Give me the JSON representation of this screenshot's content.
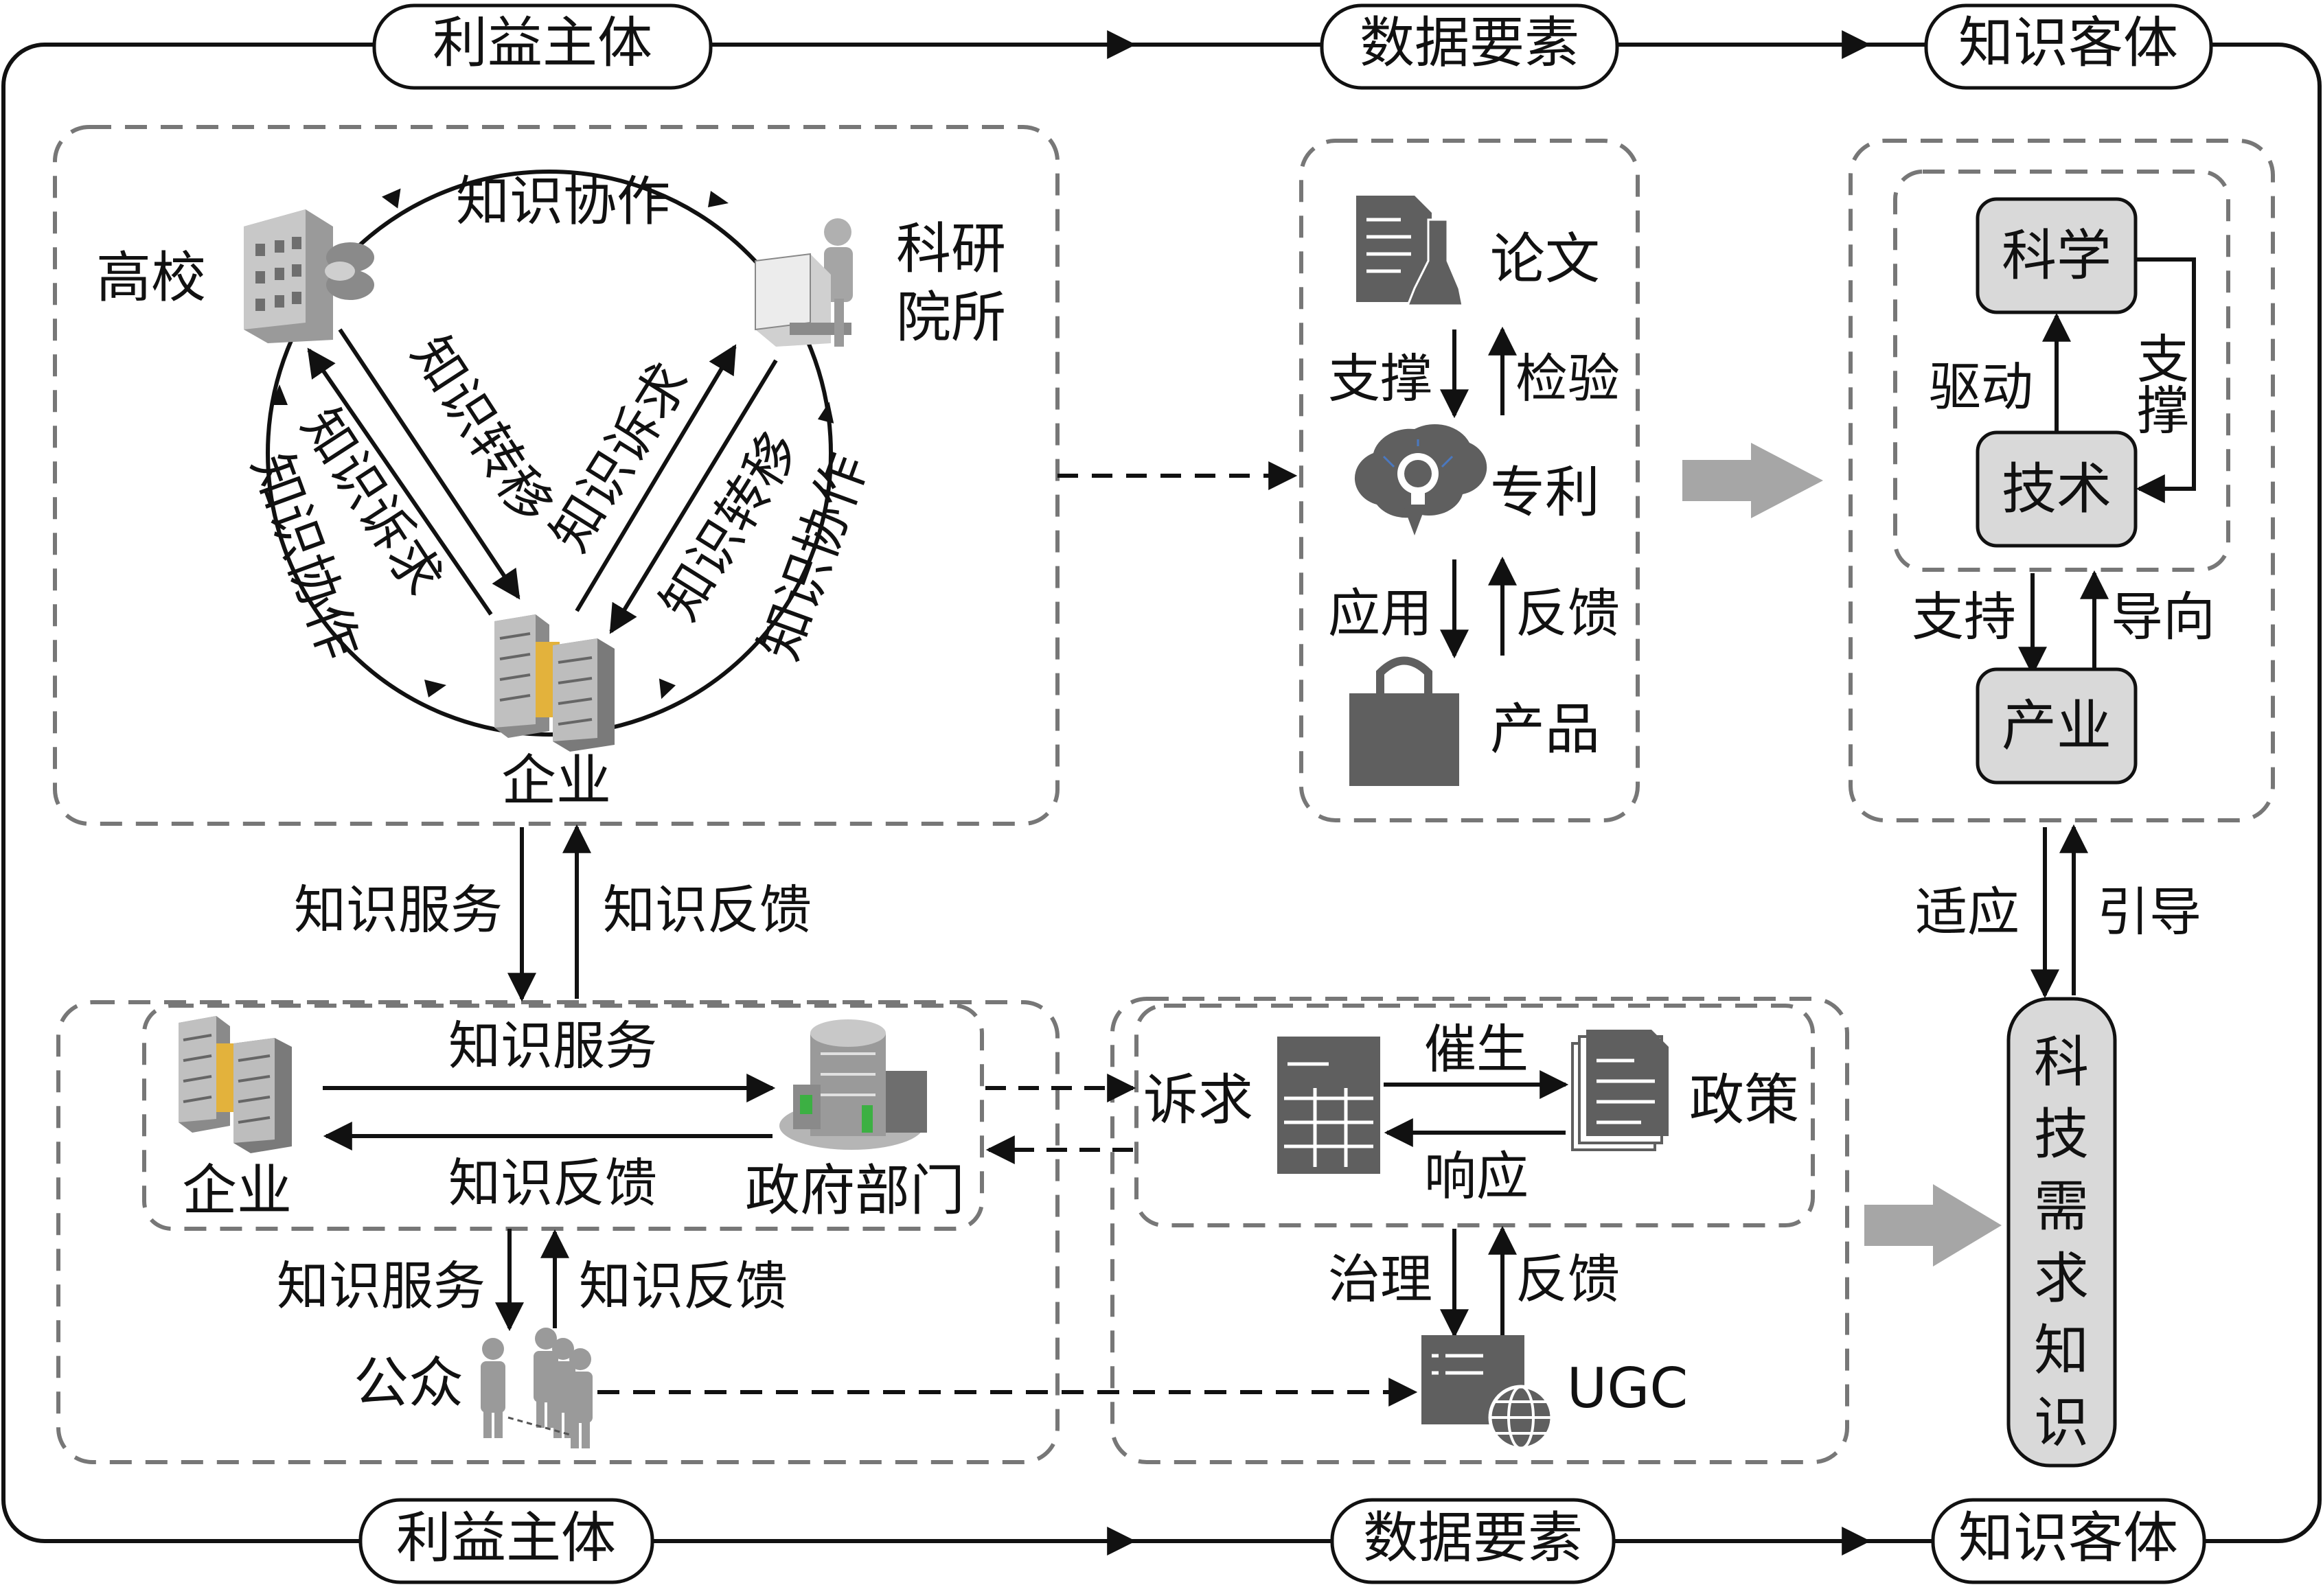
{
  "frame": {
    "top_labels": [
      "利益主体",
      "数据要素",
      "知识客体"
    ],
    "bottom_labels": [
      "利益主体",
      "数据要素",
      "知识客体"
    ]
  },
  "triad": {
    "university": "高校",
    "institute_line1": "科研",
    "institute_line2": "院所",
    "enterprise": "企业",
    "top_arc": "知识协作",
    "left_arc": "知识协作",
    "right_arc": "知识协作",
    "uni_to_ent": "知识转移",
    "ent_to_uni": "知识诉求",
    "ent_to_inst": "知识诉求",
    "inst_to_ent": "知识转移"
  },
  "middle_links": {
    "service": "知识服务",
    "feedback": "知识反馈"
  },
  "lower_panel": {
    "enterprise": "企业",
    "government": "政府部门",
    "service": "知识服务",
    "feedback": "知识反馈",
    "public_service": "知识服务",
    "public_feedback": "知识反馈",
    "public": "公众"
  },
  "data_column": {
    "paper": "论文",
    "support": "支撑",
    "verify": "检验",
    "patent": "专利",
    "apply": "应用",
    "feedback": "反馈",
    "product": "产品"
  },
  "policy_panel": {
    "appeal": "诉求",
    "promote": "催生",
    "respond": "响应",
    "policy": "政策",
    "govern": "治理",
    "feedback": "反馈",
    "ugc": "UGC"
  },
  "knowledge_panel": {
    "science": "科学",
    "drive": "驱动",
    "support_v": "支撑",
    "technology": "技术",
    "support": "支持",
    "guide": "导向",
    "industry": "产业",
    "adapt": "适应",
    "lead": "引导",
    "demand": [
      "科",
      "技",
      "需",
      "求",
      "知",
      "识"
    ]
  },
  "colors": {
    "line": "#111111",
    "dashed": "#777777",
    "box_fill": "#d9d9d9",
    "icon": "#5f5f5f",
    "big_arrow": "#a6a6a6"
  }
}
